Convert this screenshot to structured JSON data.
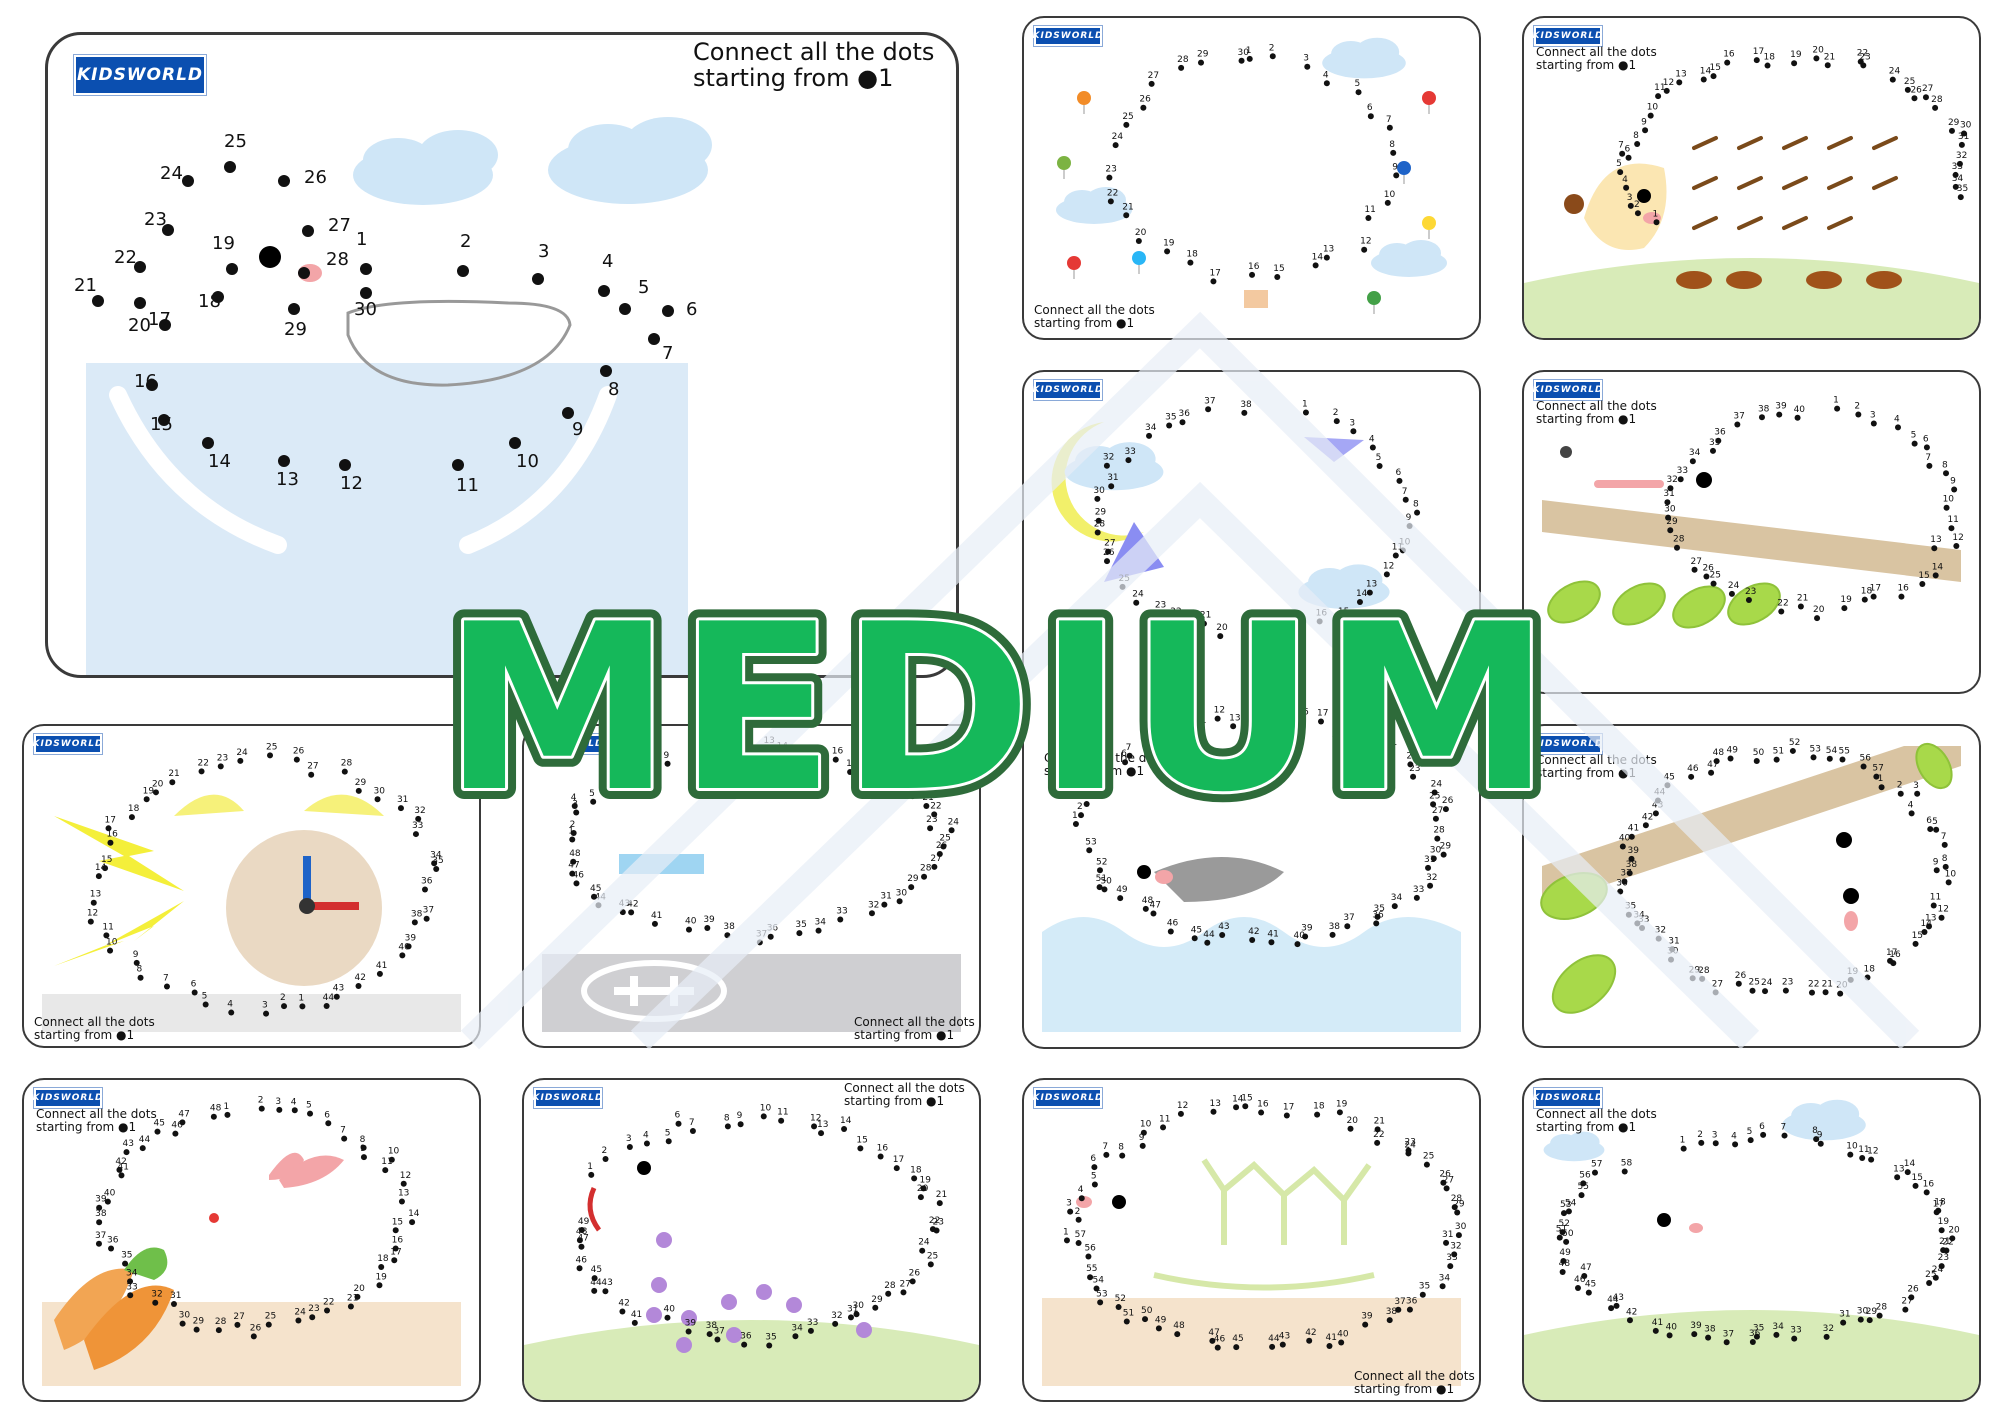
{
  "brand": "KIDSWORLD",
  "instruction_line1": "Connect all the dots",
  "instruction_line2": "starting from ●1",
  "banner": "MEDIUM",
  "colors": {
    "brand_blue": "#0b4fb0",
    "banner_green": "#15b85a",
    "banner_outline": "#2e6b3a",
    "sky": "#cfe6f7",
    "grass": "#d8ebb8",
    "sand": "#f5e3cc",
    "road": "#cfcfd2"
  },
  "worksheets": [
    {
      "id": "whale",
      "icons": [
        "whale-outline",
        "cloud-icon",
        "water-icon"
      ],
      "dots": [
        {
          "n": "1"
        },
        {
          "n": "2"
        },
        {
          "n": "3"
        },
        {
          "n": "4"
        },
        {
          "n": "5"
        },
        {
          "n": "6"
        },
        {
          "n": "7"
        },
        {
          "n": "8"
        },
        {
          "n": "9"
        },
        {
          "n": "10"
        },
        {
          "n": "11"
        },
        {
          "n": "12"
        },
        {
          "n": "13"
        },
        {
          "n": "14"
        },
        {
          "n": "15"
        },
        {
          "n": "16"
        },
        {
          "n": "17"
        },
        {
          "n": "18"
        },
        {
          "n": "19"
        },
        {
          "n": "20"
        },
        {
          "n": "21"
        },
        {
          "n": "22"
        },
        {
          "n": "23"
        },
        {
          "n": "24"
        },
        {
          "n": "25"
        },
        {
          "n": "26"
        },
        {
          "n": "27"
        },
        {
          "n": "28"
        },
        {
          "n": "29"
        },
        {
          "n": "30"
        }
      ]
    },
    {
      "id": "hot-air-balloon",
      "icons": [
        "balloon-icon",
        "cloud-icon"
      ],
      "dot_count": 30
    },
    {
      "id": "hedgehog",
      "icons": [
        "hedgehog-icon",
        "grass-icon"
      ],
      "dot_count": 35
    },
    {
      "id": "night-bird",
      "icons": [
        "moon-icon",
        "cloud-icon",
        "star-icon"
      ],
      "dot_count": 38
    },
    {
      "id": "anteater",
      "icons": [
        "ant-icon",
        "leaf-icon",
        "branch-icon"
      ],
      "dot_count": 40
    },
    {
      "id": "alarm-clock",
      "icons": [
        "clock-icon",
        "lightning-icon"
      ],
      "dot_count": 44
    },
    {
      "id": "helicopter",
      "icons": [
        "helicopter-icon",
        "helipad-icon"
      ],
      "dot_count": 48
    },
    {
      "id": "dolphin",
      "icons": [
        "dolphin-icon",
        "wave-icon"
      ],
      "dot_count": 53
    },
    {
      "id": "sloth",
      "icons": [
        "sloth-icon",
        "leaf-icon",
        "branch-icon"
      ],
      "dot_count": 57
    },
    {
      "id": "rabbit",
      "icons": [
        "rabbit-icon",
        "carrot-icon"
      ],
      "dot_count": 48
    },
    {
      "id": "ladybug-snake",
      "icons": [
        "snake-icon",
        "grass-icon"
      ],
      "dot_count": 49
    },
    {
      "id": "turtle",
      "icons": [
        "turtle-icon",
        "sand-icon"
      ],
      "dot_count": 57
    },
    {
      "id": "sheep",
      "icons": [
        "sheep-icon",
        "cloud-icon",
        "grass-icon"
      ],
      "dot_count": 58
    }
  ]
}
